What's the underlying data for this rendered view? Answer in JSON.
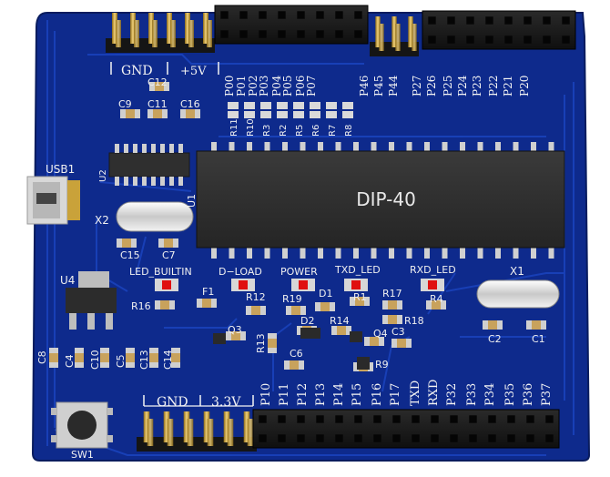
{
  "board": {
    "colors": {
      "pcb": "#0e2a8c",
      "pcb_edge": "#0a1f66",
      "trace": "#173cae",
      "silk": "#f4f4f4",
      "header": "#1b1b1b",
      "gold": "#c9a23a",
      "led": "#e01010",
      "pad": "#d9d9d9"
    }
  },
  "headers": {
    "top_pwr_gnd": "GND",
    "top_pwr_5v": "+5V",
    "top_pins": [
      "P00",
      "P01",
      "P02",
      "P03",
      "P04",
      "P05",
      "P06",
      "P07",
      "P46",
      "P45",
      "P44",
      "P27",
      "P26",
      "P25",
      "P24",
      "P23",
      "P22",
      "P21",
      "P20"
    ],
    "bottom_pwr_gnd": "GND",
    "bottom_pwr_33v": "3.3V",
    "bottom_pins": [
      "P10",
      "P11",
      "P12",
      "P13",
      "P14",
      "P15",
      "P16",
      "P17",
      "TXD",
      "RXD",
      "P32",
      "P33",
      "P34",
      "P35",
      "P36",
      "P37"
    ]
  },
  "resistor_row": [
    "R11",
    "R10",
    "R3",
    "R2",
    "R5",
    "R6",
    "R7",
    "R8"
  ],
  "chip": {
    "label": "DIP-40",
    "ref": "U1"
  },
  "usb": {
    "label": "USB1"
  },
  "u2": {
    "label": "U2"
  },
  "u4": {
    "label": "U4"
  },
  "x2": {
    "label": "X2"
  },
  "x1": {
    "label": "X1"
  },
  "sw1": {
    "label": "SW1"
  },
  "leds": [
    {
      "ref": "led-builtin",
      "label": "LED_BUILTIN"
    },
    {
      "ref": "led-d-load",
      "label": "D−LOAD"
    },
    {
      "ref": "led-power",
      "label": "POWER"
    },
    {
      "ref": "led-txd",
      "label": "TXD_LED"
    },
    {
      "ref": "led-rxd",
      "label": "RXD_LED"
    }
  ],
  "components": [
    {
      "ref": "C12",
      "label": "C12"
    },
    {
      "ref": "C9",
      "label": "C9"
    },
    {
      "ref": "C11",
      "label": "C11"
    },
    {
      "ref": "C16",
      "label": "C16"
    },
    {
      "ref": "C15",
      "label": "C15"
    },
    {
      "ref": "C7",
      "label": "C7"
    },
    {
      "ref": "R16",
      "label": "R16"
    },
    {
      "ref": "F1",
      "label": "F1"
    },
    {
      "ref": "R12",
      "label": "R12"
    },
    {
      "ref": "R19",
      "label": "R19"
    },
    {
      "ref": "D1",
      "label": "D1"
    },
    {
      "ref": "R1",
      "label": "R1"
    },
    {
      "ref": "R17",
      "label": "R17"
    },
    {
      "ref": "R4",
      "label": "R4"
    },
    {
      "ref": "R18",
      "label": "R18"
    },
    {
      "ref": "D2",
      "label": "D2"
    },
    {
      "ref": "R14",
      "label": "R14"
    },
    {
      "ref": "C3",
      "label": "C3"
    },
    {
      "ref": "Q4",
      "label": "Q4"
    },
    {
      "ref": "Q3",
      "label": "Q3"
    },
    {
      "ref": "R13",
      "label": "R13"
    },
    {
      "ref": "C6",
      "label": "C6"
    },
    {
      "ref": "R9",
      "label": "R9"
    },
    {
      "ref": "C2",
      "label": "C2"
    },
    {
      "ref": "C1",
      "label": "C1"
    },
    {
      "ref": "C8",
      "label": "C8"
    },
    {
      "ref": "C4",
      "label": "C4"
    },
    {
      "ref": "C10",
      "label": "C10"
    },
    {
      "ref": "C5",
      "label": "C5"
    },
    {
      "ref": "C13",
      "label": "C13"
    },
    {
      "ref": "C14",
      "label": "C14"
    }
  ]
}
